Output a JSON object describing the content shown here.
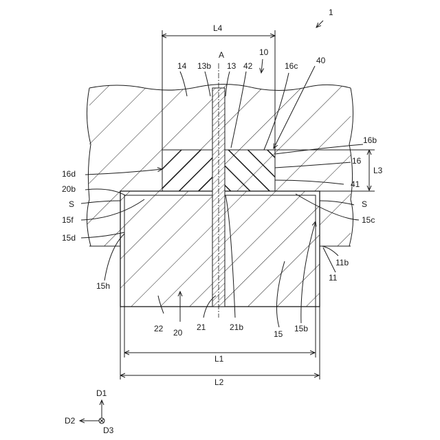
{
  "figure_number": "1",
  "labels": {
    "L4": "L4",
    "A": "A",
    "n10": "10",
    "n14": "14",
    "n13b": "13b",
    "n13": "13",
    "n42": "42",
    "n16c": "16c",
    "n40": "40",
    "n16b": "16b",
    "n16": "16",
    "L3": "L3",
    "n41": "41",
    "n16d": "16d",
    "n20b": "20b",
    "S_left": "S",
    "S_right": "S",
    "n15f": "15f",
    "n15c": "15c",
    "n15d": "15d",
    "n11b": "11b",
    "n11": "11",
    "n15h": "15h",
    "n22": "22",
    "n20": "20",
    "n21": "21",
    "n21b": "21b",
    "n15": "15",
    "n15b": "15b",
    "L1": "L1",
    "L2": "L2",
    "D1": "D1",
    "D2": "D2",
    "D3": "D3"
  }
}
